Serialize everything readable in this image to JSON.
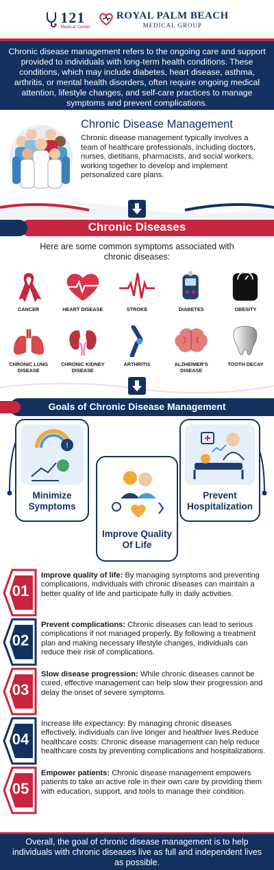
{
  "header": {
    "logo_121": "121",
    "logo_121_sub": "Medical Center",
    "logo_rp_line1": "ROYAL PALM BEACH",
    "logo_rp_line2": "MEDICAL GROUP"
  },
  "intro": "Chronic disease management refers to the ongoing care and support provided to individuals with long-term health conditions. These conditions, which may include diabetes, heart disease, asthma, arthritis, or mental health disorders, often require ongoing medical attention, lifestyle changes, and self-care practices to manage symptoms and prevent complications.",
  "cdm": {
    "title": "Chronic Disease Management",
    "body": "Chronic disease management typically involves a team of healthcare professionals, including doctors, nurses, dietitians, pharmacists, and social workers, working together to develop and implement personalized care plans."
  },
  "diseases": {
    "title": "Chronic Diseases",
    "intro": "Here are some common symptoms associated with chronic diseases:",
    "items": [
      {
        "label": "CANCER",
        "icon": "ribbon-icon"
      },
      {
        "label": "HEART DISEASE",
        "icon": "heart-icon"
      },
      {
        "label": "STROKE",
        "icon": "ecg-icon"
      },
      {
        "label": "DIABETES",
        "icon": "glucometer-icon"
      },
      {
        "label": "OBESITY",
        "icon": "scale-icon"
      },
      {
        "label": "CHRONIC LUNG DISEASE",
        "icon": "lungs-icon"
      },
      {
        "label": "CHRONIC KIDNEY DISEASE",
        "icon": "kidneys-icon"
      },
      {
        "label": "ARTHRITIS",
        "icon": "knee-joint-icon"
      },
      {
        "label": "ALZHEIMER'S DISEASE",
        "icon": "brain-icon"
      },
      {
        "label": "TOOTH DECAY",
        "icon": "tooth-icon"
      }
    ]
  },
  "goals": {
    "title": "Goals of Chronic Disease Management",
    "cards": [
      {
        "line1": "Minimize",
        "line2": "Symptoms"
      },
      {
        "line1": "Improve Quality",
        "line2": "Of Life"
      },
      {
        "line1": "Prevent",
        "line2": "Hospitalization"
      }
    ]
  },
  "items": [
    {
      "num": "01",
      "title": "Improve quality of life:",
      "body": " By managing symptoms and preventing complications, individuals with chronic diseases can maintain a better quality of life and participate fully in daily activities."
    },
    {
      "num": "02",
      "title": "Prevent complications:",
      "body": " Chronic diseases can lead to serious complications if not managed properly. By following a treatment plan and making necessary lifestyle changes, individuals can reduce their risk of complications."
    },
    {
      "num": "03",
      "title": "Slow disease progression:",
      "body": " While chronic diseases cannot be cured, effective management can help slow their progression and delay the onset of severe symptoms."
    },
    {
      "num": "04",
      "title": "I",
      "body": "ncrease life expectancy: By managing chronic diseases effectively, individuals can live longer and healthier lives.Reduce healthcare costs: Chronic disease management can help reduce healthcare costs by preventing complications and hospitalizations."
    },
    {
      "num": "05",
      "title": "Empower patients:",
      "body": " Chronic disease management empowers patients to take an active role in their own care by providing them with education, support, and tools to manage their condition."
    }
  ],
  "outro": "Overall, the goal of chronic disease management is to help individuals with chronic diseases live as full and independent lives as possible.",
  "colors": {
    "navy": "#12315f",
    "red": "#c8253e",
    "light_blue": "#e6f0fb"
  }
}
